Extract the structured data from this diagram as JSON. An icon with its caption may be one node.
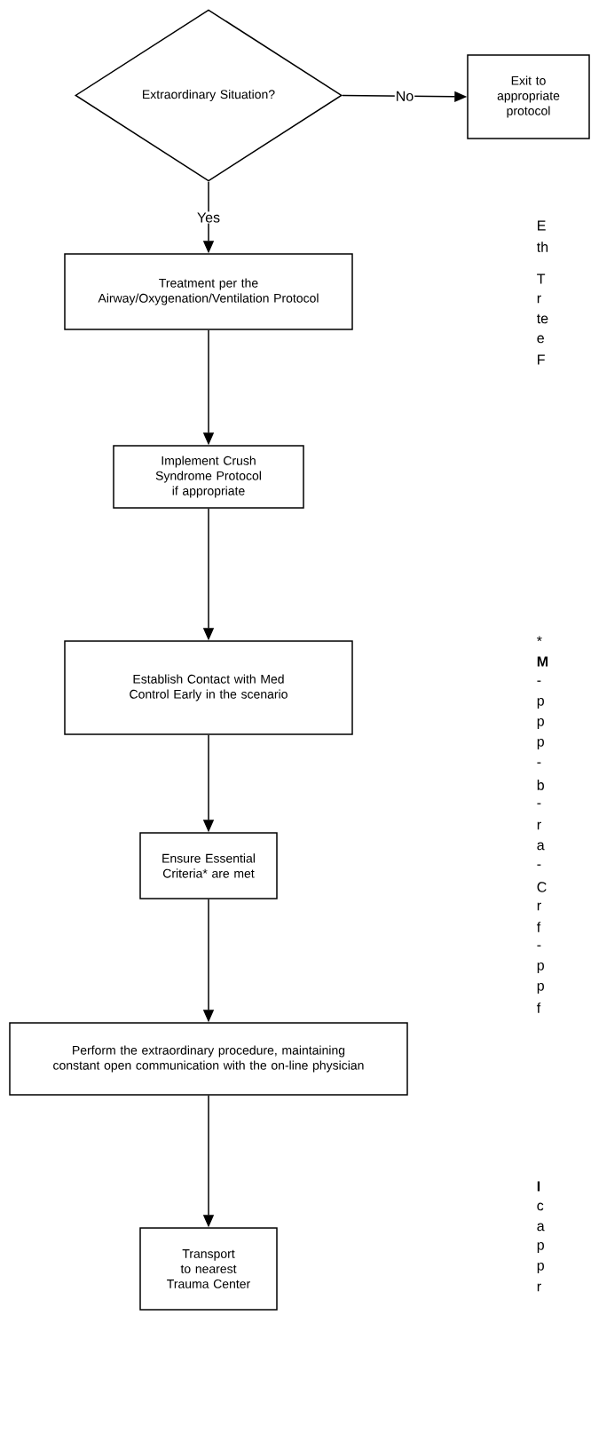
{
  "diagram": {
    "nodes": [
      {
        "text": [
          "Extraordinary Situation?"
        ]
      },
      {
        "text": [
          "Exit to appropriate protocol"
        ]
      },
      {
        "text": [
          "Treatment per the Airway/Oxygenation/Ventilation Protocol"
        ]
      },
      {
        "text": [
          "Implement Crush Syndrome Protocol if appropriate"
        ]
      },
      {
        "text": [
          "Establish Contact with Med Control Early in the scenario"
        ]
      },
      {
        "text": [
          "Ensure Essential Criteria* are met"
        ]
      },
      {
        "text": [
          "Perform the extraordinary procedure, maintaining constant open communication with the on-line physician"
        ]
      },
      {
        "text": [
          "Transport to nearest Trauma Center"
        ]
      }
    ],
    "edges": [
      {
        "from": 0,
        "to": 1,
        "arrow": "to",
        "label": "No"
      },
      {
        "from": 0,
        "to": 2,
        "arrow": "to",
        "label": "Yes"
      },
      {
        "from": 2,
        "to": 3,
        "arrow": "to"
      },
      {
        "from": 3,
        "to": 4,
        "arrow": "to"
      },
      {
        "from": 4,
        "to": 5,
        "arrow": "to"
      },
      {
        "from": 5,
        "to": 6,
        "arrow": "to"
      },
      {
        "from": 6,
        "to": 7,
        "arrow": "to"
      }
    ],
    "labels": [
      "E",
      "th",
      "T",
      "r",
      "te",
      "e",
      "F",
      "*",
      "M",
      "-",
      "p",
      "p",
      "p",
      "-",
      "b",
      "-",
      "r",
      "a",
      "-",
      "C",
      "r",
      "f",
      "-",
      "p",
      "p",
      "f",
      "I",
      "c",
      "a",
      "p",
      "p",
      "r"
    ]
  }
}
